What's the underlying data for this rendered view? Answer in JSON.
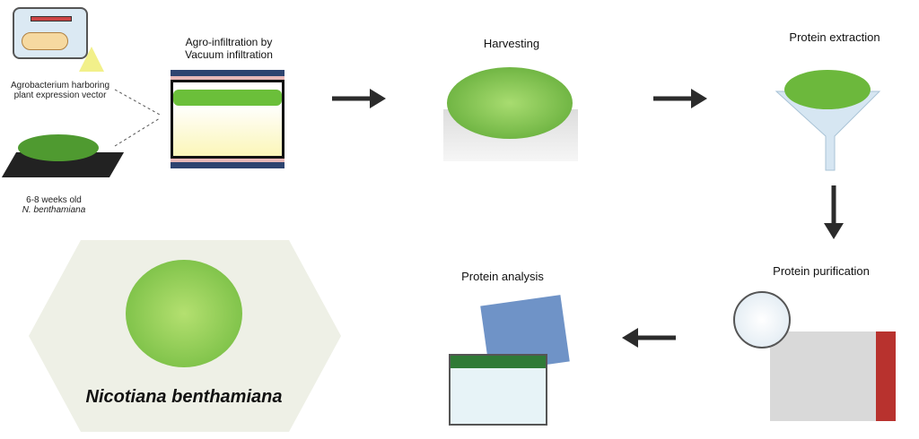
{
  "steps": {
    "agro_label": "Agrobacterium harboring plant expression vector",
    "plant_label_1": "6-8 weeks old",
    "plant_label_2": "N. benthamiana",
    "infiltration_1": "Agro-infiltration by",
    "infiltration_2": "Vacuum infiltration",
    "harvesting": "Harvesting",
    "extraction": "Protein extraction",
    "purification": "Protein purification",
    "analysis": "Protein analysis"
  },
  "species_title": "Nicotiana benthamiana",
  "colors": {
    "arrow": "#2b2b2b",
    "leaf": "#7cc24a",
    "hexagon": "#eef0e6"
  }
}
